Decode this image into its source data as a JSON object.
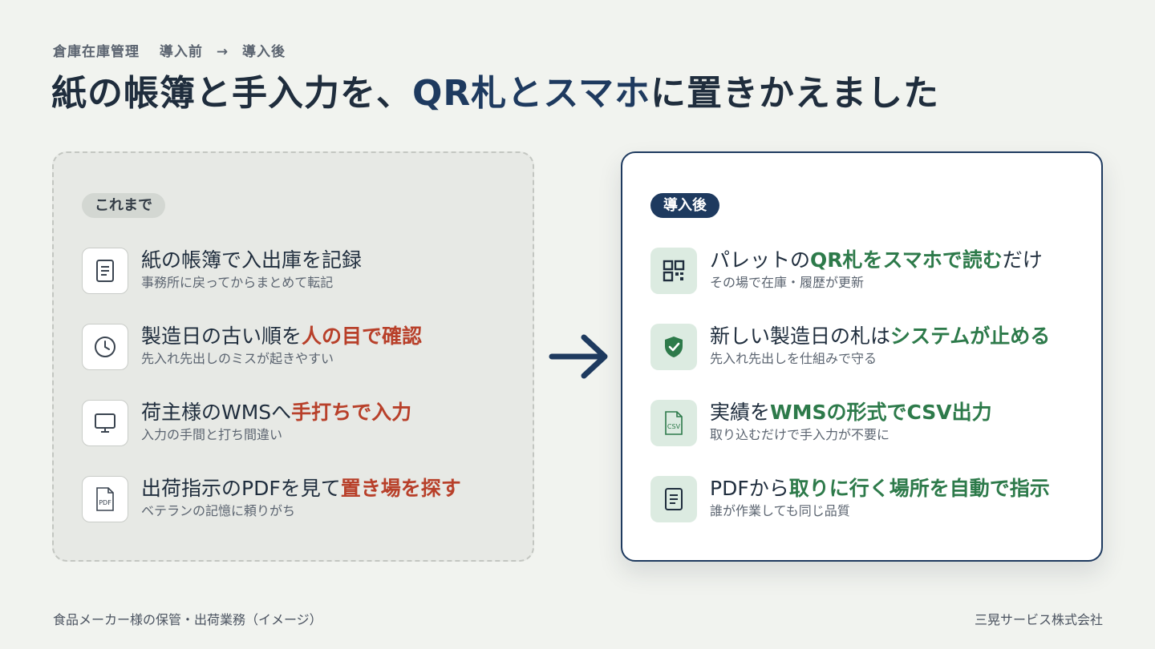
{
  "header": {
    "eyebrow_main": "倉庫在庫管理",
    "eyebrow_from": "導入前",
    "eyebrow_arrow": "→",
    "eyebrow_to": "導入後",
    "title_part1": "紙の帳簿と手入力を、",
    "title_hl": "QR札とスマホ",
    "title_part2": "に置きかえました"
  },
  "before": {
    "badge": "これまで",
    "items": [
      {
        "icon": "document-icon",
        "title_plain": "紙の帳簿で入出庫を記録",
        "title_hl": "",
        "sub": "事務所に戻ってからまとめて転記"
      },
      {
        "icon": "clock-icon",
        "title_plain": "製造日の古い順を",
        "title_hl": "人の目で確認",
        "sub": "先入れ先出しのミスが起きやすい"
      },
      {
        "icon": "monitor-icon",
        "title_plain": "荷主様のWMSへ",
        "title_hl": "手打ちで入力",
        "sub": "入力の手間と打ち間違い"
      },
      {
        "icon": "pdf-file-icon",
        "icon_label": "PDF",
        "title_plain": "出荷指示のPDFを見て",
        "title_hl": "置き場を探す",
        "sub": "ベテランの記憶に頼りがち"
      }
    ]
  },
  "after": {
    "badge": "導入後",
    "items": [
      {
        "icon": "qr-code-icon",
        "title_pre": "パレットの",
        "title_hl": "QR札をスマホで読む",
        "title_post": "だけ",
        "sub": "その場で在庫・履歴が更新"
      },
      {
        "icon": "shield-check-icon",
        "title_pre": "新しい製造日の札は",
        "title_hl": "システムが止める",
        "title_post": "",
        "sub": "先入れ先出しを仕組みで守る"
      },
      {
        "icon": "csv-file-icon",
        "icon_label": "CSV",
        "title_pre": "実績を",
        "title_hl": "WMSの形式でCSV出力",
        "title_post": "",
        "sub": "取り込むだけで手入力が不要に"
      },
      {
        "icon": "document-icon",
        "title_pre": "PDFから",
        "title_hl": "取りに行く場所を自動で指示",
        "title_post": "",
        "sub": "誰が作業しても同じ品質"
      }
    ]
  },
  "footer": {
    "left": "食品メーカー様の保管・出荷業務（イメージ）",
    "right": "三晃サービス株式会社"
  },
  "colors": {
    "background": "#f1f3ef",
    "navy": "#1e3a5f",
    "red_highlight": "#b8402a",
    "green_highlight": "#2d7a4a",
    "green_icon_bg": "#dcebe1"
  }
}
